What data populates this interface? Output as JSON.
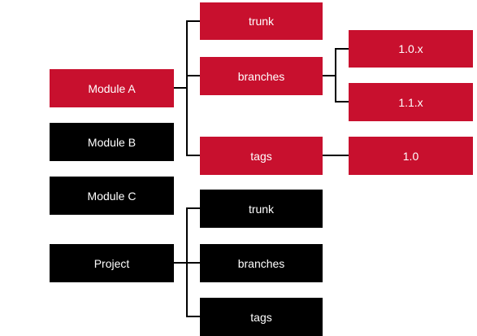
{
  "colors": {
    "red": "#c8102e",
    "black": "#000000",
    "connector": "#000000"
  },
  "left_column": {
    "module_a": "Module A",
    "module_b": "Module B",
    "module_c": "Module C",
    "project": "Project"
  },
  "module_a_children": {
    "trunk": "trunk",
    "branches": "branches",
    "tags": "tags"
  },
  "module_a_branches_children": {
    "b1": "1.0.x",
    "b2": "1.1.x"
  },
  "module_a_tags_children": {
    "t1": "1.0"
  },
  "project_children": {
    "trunk": "trunk",
    "branches": "branches",
    "tags": "tags"
  }
}
